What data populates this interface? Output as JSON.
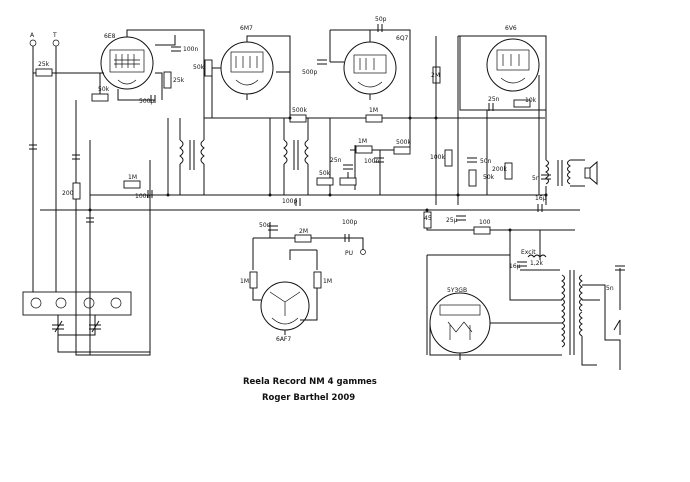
{
  "title": "Reela Record NM 4 gammes",
  "author": "Roger Barthel 2009",
  "terminals": {
    "antenna": "A",
    "ground": "T"
  },
  "tubes": {
    "mixer": "6E8",
    "if_amp": "6M7",
    "detector": "6Q7",
    "output": "6V6",
    "rectifier": "5Y3GB",
    "eye": "6AF7"
  },
  "labels": {
    "r_25k_ant": "25k",
    "r_50k_osc": "50k",
    "c_500p_osc": "500p",
    "c_100n_a": "100n",
    "r_25k_b": "25k",
    "r_50k_b": "50k",
    "c_500p_b": "500p",
    "c_50p": "50p",
    "r_2M_a": "2M",
    "r_500k_a": "500k",
    "r_1M_a": "1M",
    "r_1M_b": "1M",
    "c_25n_a": "25n",
    "c_100n_b": "100n",
    "r_500k_b": "500k",
    "r_50k_c": "50k",
    "r_100k": "100k",
    "c_50n": "50n",
    "r_200k": "200k",
    "r_50k_d": "50k",
    "c_25n_b": "25n",
    "r_10k": "10k",
    "c_5n_a": "5n",
    "r_200": "200",
    "r_1M_c": "1M",
    "c_100n_c": "100n",
    "c_100p_a": "100p",
    "c_50n_eye": "50n",
    "r_2M_b": "2M",
    "c_100p_b": "100p",
    "pu": "PU",
    "r_45": "45",
    "c_25u": "25μ",
    "r_100": "100",
    "c_16u_a": "16μ",
    "c_16u_b": "16μ",
    "excit": "Excit",
    "r_1_2k": "1,2k",
    "r_1M_d": "1M",
    "r_1M_e": "1M",
    "c_5n_b": "5n"
  }
}
